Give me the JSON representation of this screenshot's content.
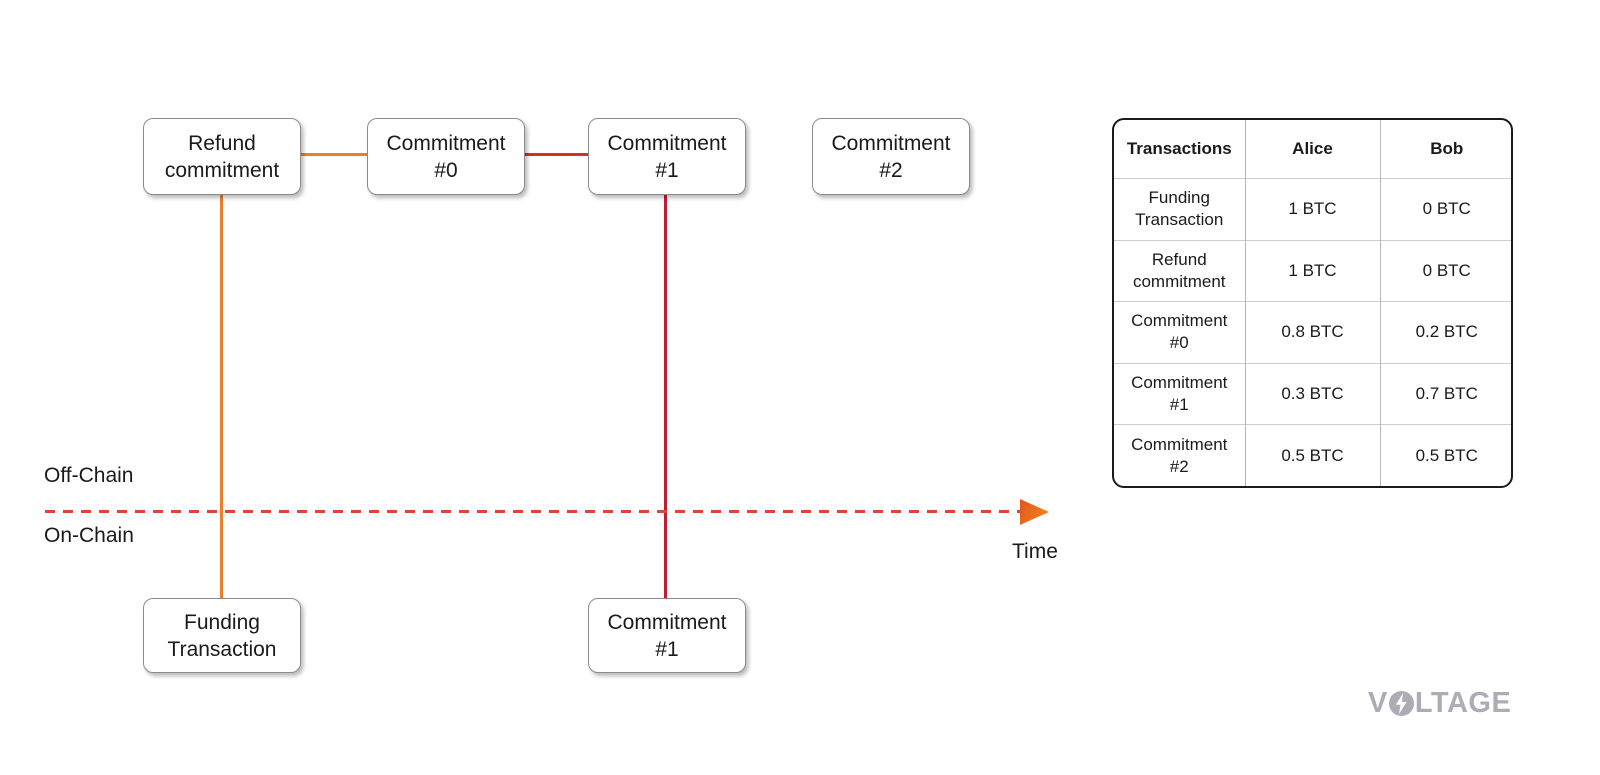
{
  "colors": {
    "orange": "#E8802C",
    "red_connector": "#D23228",
    "red_vertical": "#C11E33",
    "dash": "#DB4830",
    "arrow_start": "#E0551F",
    "arrow_end": "#F68A1B",
    "box_border": "#8C8C8C",
    "table_border": "#1A1A1A",
    "grid_vert": "#B5B5B5",
    "grid_horiz": "#CCCCCC",
    "logo_gray": "#ACACB4",
    "text": "#1A1A1A"
  },
  "timeline": {
    "off_chain_label": "Off-Chain",
    "on_chain_label": "On-Chain",
    "time_label": "Time"
  },
  "offchain_boxes": [
    {
      "label": "Refund\ncommitment"
    },
    {
      "label": "Commitment\n#0"
    },
    {
      "label": "Commitment\n#1"
    },
    {
      "label": "Commitment\n#2"
    }
  ],
  "onchain_boxes": [
    {
      "label": "Funding\nTransaction"
    },
    {
      "label": "Commitment\n#1"
    }
  ],
  "table": {
    "headers": [
      "Transactions",
      "Alice",
      "Bob"
    ],
    "rows": [
      {
        "transaction": "Funding\nTransaction",
        "alice": "1 BTC",
        "bob": "0 BTC"
      },
      {
        "transaction": "Refund\ncommitment",
        "alice": "1 BTC",
        "bob": "0 BTC"
      },
      {
        "transaction": "Commitment\n#0",
        "alice": "0.8 BTC",
        "bob": "0.2 BTC"
      },
      {
        "transaction": "Commitment\n#1",
        "alice": "0.3 BTC",
        "bob": "0.7 BTC"
      },
      {
        "transaction": "Commitment\n#2",
        "alice": "0.5 BTC",
        "bob": "0.5 BTC"
      }
    ]
  },
  "logo": {
    "text": "VOLTAGE",
    "part1": "V",
    "part2": "LTAGE"
  }
}
